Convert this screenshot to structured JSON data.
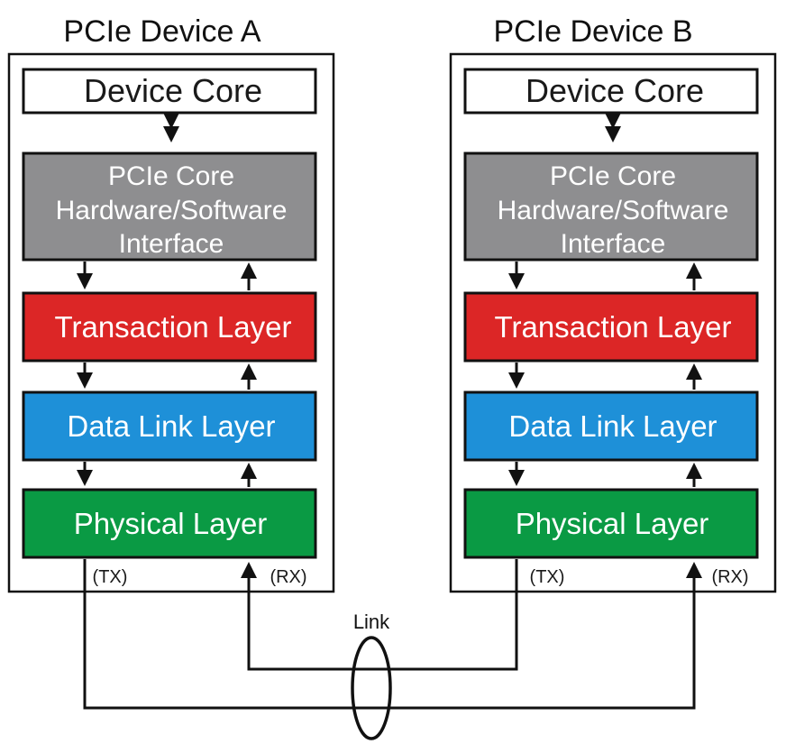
{
  "diagram": {
    "devices": [
      {
        "title": "PCIe Device A",
        "core": "Device Core",
        "interface_lines": [
          "PCIe Core",
          "Hardware/Software",
          "Interface"
        ],
        "transaction": "Transaction Layer",
        "datalink": "Data Link Layer",
        "physical": "Physical Layer",
        "tx": "(TX)",
        "rx": "(RX)"
      },
      {
        "title": "PCIe Device B",
        "core": "Device Core",
        "interface_lines": [
          "PCIe Core",
          "Hardware/Software",
          "Interface"
        ],
        "transaction": "Transaction Layer",
        "datalink": "Data Link Layer",
        "physical": "Physical Layer",
        "tx": "(TX)",
        "rx": "(RX)"
      }
    ],
    "link_label": "Link",
    "colors": {
      "core": "#ffffff",
      "interface": "#8e8e90",
      "transaction": "#dc2626",
      "datalink": "#1e90d8",
      "physical": "#0a9a44",
      "line": "#111111"
    }
  }
}
